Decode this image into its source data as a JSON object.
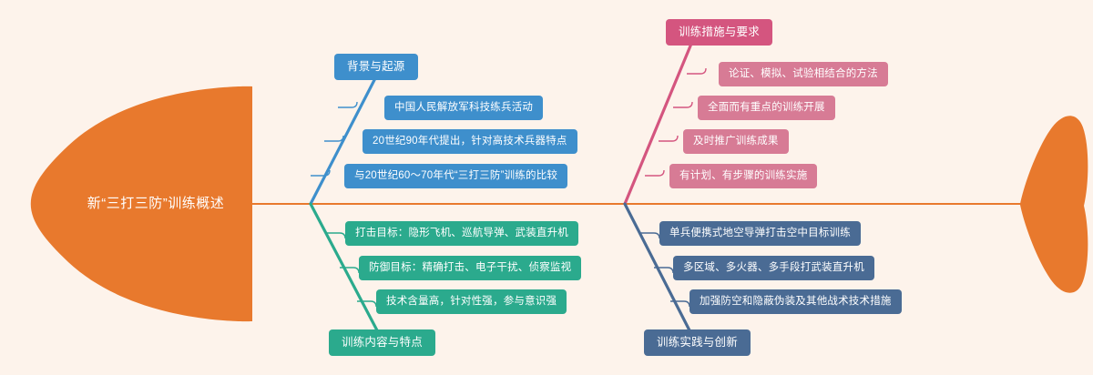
{
  "diagram": {
    "type": "fishbone",
    "title": "新“三打三防”训练概述",
    "background_color": "#fdf3eb",
    "spine_color": "#e8792d",
    "head_color": "#e8792d",
    "tail_color": "#e8792d"
  },
  "branches": [
    {
      "id": "background-origin",
      "position": "top-left",
      "header": "背景与起源",
      "header_color": "#3e8fcc",
      "item_color": "#3e8fcc",
      "line_color": "#3e8fcc",
      "items": [
        "中国人民解放军科技练兵活动",
        "20世纪90年代提出，针对高技术兵器特点",
        "与20世纪60～70年代“三打三防”训练的比较"
      ]
    },
    {
      "id": "training-measures",
      "position": "top-right",
      "header": "训练措施与要求",
      "header_color": "#d4557f",
      "item_color": "#d77b95",
      "line_color": "#d4557f",
      "items": [
        "论证、模拟、试验相结合的方法",
        "全面而有重点的训练开展",
        "及时推广训练成果",
        "有计划、有步骤的训练实施"
      ]
    },
    {
      "id": "training-content",
      "position": "bottom-left",
      "header": "训练内容与特点",
      "header_color": "#2baa8d",
      "item_color": "#2baa8d",
      "line_color": "#2baa8d",
      "items": [
        "打击目标：隐形飞机、巡航导弹、武装直升机",
        "防御目标：精确打击、电子干扰、侦察监视",
        "技术含量高，针对性强，参与意识强"
      ]
    },
    {
      "id": "training-practice",
      "position": "bottom-right",
      "header": "训练实践与创新",
      "header_color": "#4a6b94",
      "item_color": "#4a6b94",
      "line_color": "#4a6b94",
      "items": [
        "单兵便携式地空导弹打击空中目标训练",
        "多区域、多火器、多手段打武装直升机",
        "加强防空和隐蔽伪装及其他战术技术措施"
      ]
    }
  ]
}
